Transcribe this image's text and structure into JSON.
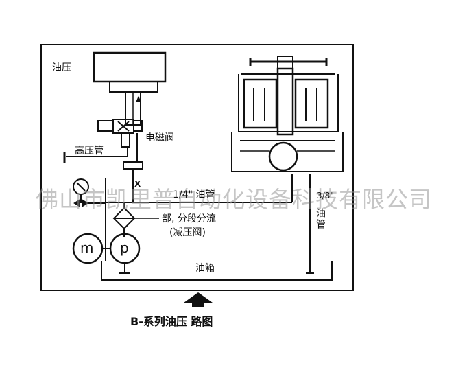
{
  "diagram": {
    "labels": {
      "hydraulic_cylinder": "油压",
      "solenoid_valve": "电磁阀",
      "high_pressure_pipe": "高压管",
      "oil_pipe_quarter_inch": "1/4\" 油管",
      "oil_pipe_three_eighth_inch_fraction": "3/8\"",
      "oil_pipe_three_eighth_inch_text": "油管",
      "step_diverter": "部, 分段分流",
      "pressure_reducing_valve": "(减压阀)",
      "motor": "m",
      "pump": "p",
      "oil_tank": "油箱",
      "gauge_mark": "X"
    },
    "caption": "B-系列油压 路图",
    "watermark": "佛山市凯里普自动化设备科技有限公司"
  },
  "colors": {
    "line": "#111111",
    "watermark": "#969696",
    "background": "#ffffff"
  }
}
